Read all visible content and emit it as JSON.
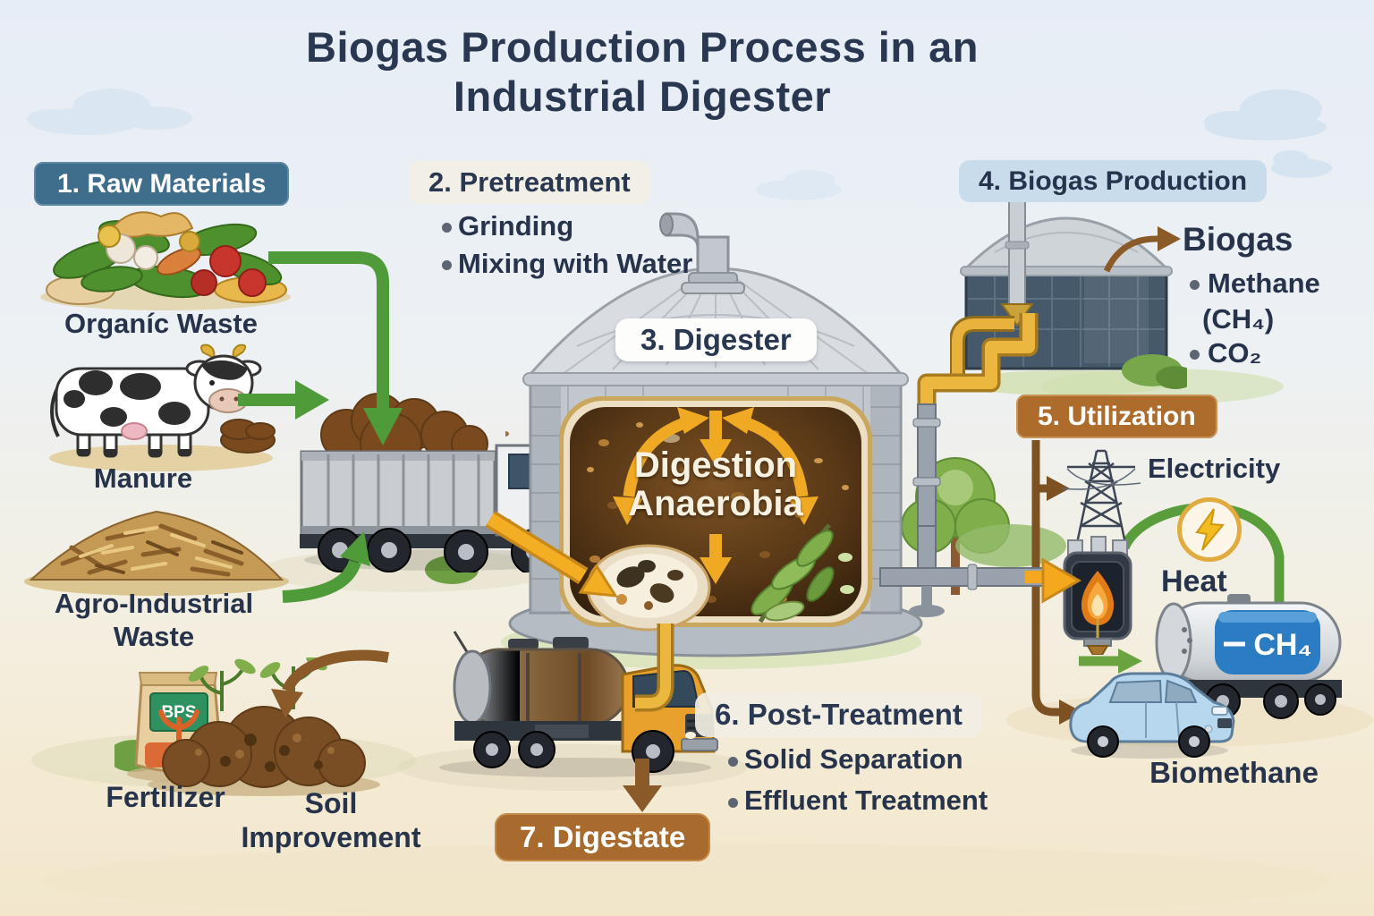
{
  "title": {
    "line1": "Biogas Production Process in an",
    "line2": "Industrial Digester"
  },
  "raw_materials": {
    "badge": "1. Raw Materials",
    "organic_waste_label": "Organíc Waste",
    "manure_label": "Manure",
    "agro_industrial_label": "Agro-Industrial Waste"
  },
  "pretreatment": {
    "badge": "2. Pretreatment",
    "bullets": [
      "Grinding",
      "Mixing with Water"
    ]
  },
  "digester": {
    "badge": "3. Digester",
    "process_line1": "Digestion",
    "process_line2": "Anaerobia"
  },
  "biogas_production": {
    "badge": "4. Biogas Production",
    "output_title": "Biogas",
    "bullet1_line1": "Methane",
    "bullet1_line2": "(CH₄)",
    "bullet2": "CO₂"
  },
  "utilization": {
    "badge": "5. Utilization",
    "electricity_label": "Electricity",
    "heat_label": "Heat",
    "biomethane_label": "Biomethane",
    "tanker_text": "CH₄"
  },
  "post_treatment": {
    "badge": "6. Post-Treatment",
    "bullets": [
      "Solid Separation",
      "Effluent Treatment"
    ]
  },
  "digestate": {
    "badge": "7. Digestate",
    "fertilizer_label": "Fertilizer",
    "soil_label": "Soil Improvement",
    "bag_text": "BPS"
  },
  "colors": {
    "navy_text": "#26334b",
    "badge_teal": "#3f6e8d",
    "badge_light_blue": "#c9dcec",
    "badge_cream": "#f1eee4",
    "badge_brown": "#a96a2e",
    "arrow_green": "#4f9b3a",
    "arrow_gold": "#f3ae23",
    "arrow_brown": "#8a5a28",
    "tank_blue": "#46596a",
    "band_blue": "#2b7cc2"
  }
}
